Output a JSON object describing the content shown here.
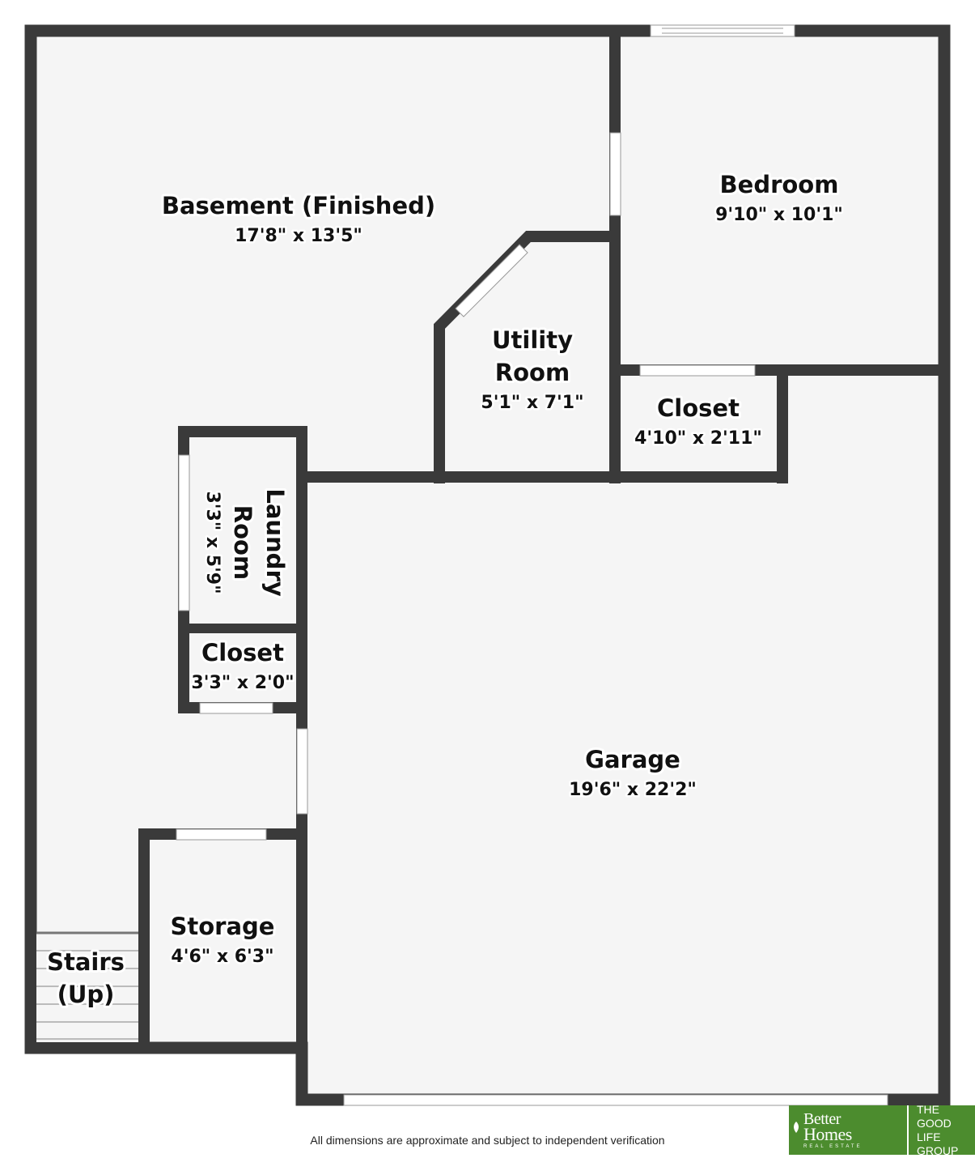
{
  "colors": {
    "wall": "#3a3a3a",
    "floor": "#f5f5f5",
    "opening": "#ffffff",
    "brand_green": "#4c8c2e"
  },
  "rooms": {
    "basement": {
      "name": "Basement (Finished)",
      "dims": "17'8\" x 13'5\""
    },
    "bedroom": {
      "name": "Bedroom",
      "dims": "9'10\" x 10'1\""
    },
    "utility": {
      "name_line1": "Utility",
      "name_line2": "Room",
      "dims": "5'1\" x 7'1\""
    },
    "closet_bedroom": {
      "name": "Closet",
      "dims": "4'10\" x 2'11\""
    },
    "laundry": {
      "name_line1": "Laundry",
      "name_line2": "Room",
      "dims": "3'3\" x 5'9\""
    },
    "closet_small": {
      "name": "Closet",
      "dims": "3'3\" x 2'0\""
    },
    "garage": {
      "name": "Garage",
      "dims": "19'6\" x 22'2\""
    },
    "storage": {
      "name": "Storage",
      "dims": "4'6\" x 6'3\""
    },
    "stairs": {
      "name_line1": "Stairs",
      "name_line2": "(Up)"
    }
  },
  "disclaimer": "All dimensions are approximate and subject to independent verification",
  "logo": {
    "brand_line1": "Better",
    "brand_line2": "Homes",
    "brand_sub": "REAL ESTATE",
    "group_line1": "THE",
    "group_line2": "GOOD LIFE",
    "group_line3": "GROUP",
    "icon": "leaf-icon"
  }
}
